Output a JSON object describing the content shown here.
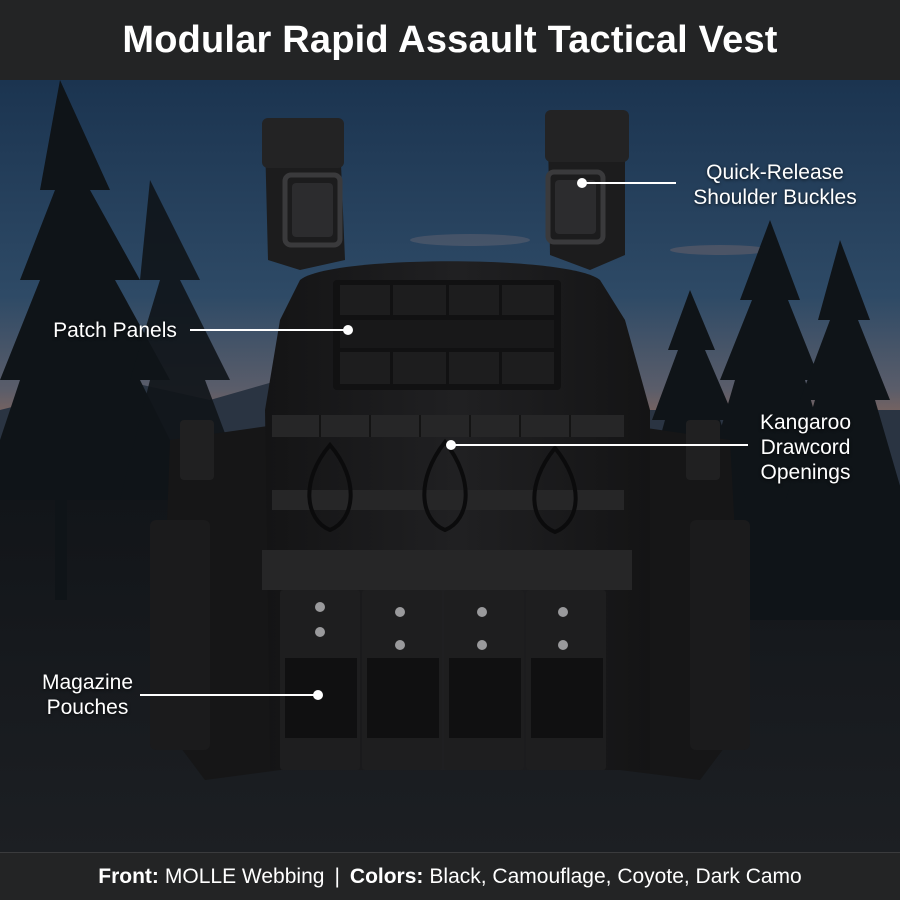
{
  "title": "Modular Rapid Assault Tactical Vest",
  "callouts": {
    "shoulder": {
      "line1": "Quick-Release",
      "line2": "Shoulder Buckles"
    },
    "patch": {
      "line1": "Patch Panels"
    },
    "kangaroo": {
      "line1": "Kangaroo",
      "line2": "Drawcord",
      "line3": "Openings"
    },
    "magazine": {
      "line1": "Magazine",
      "line2": "Pouches"
    }
  },
  "footer": {
    "front_label": "Front:",
    "front_value": "MOLLE Webbing",
    "separator": "|",
    "colors_label": "Colors:",
    "colors_value": "Black, Camouflage, Coyote, Dark Camo"
  },
  "colors": {
    "bar": "#232425",
    "vest": "#1a1a1b",
    "sky_top": "#1d3550",
    "sky_glow": "#b5734e"
  }
}
